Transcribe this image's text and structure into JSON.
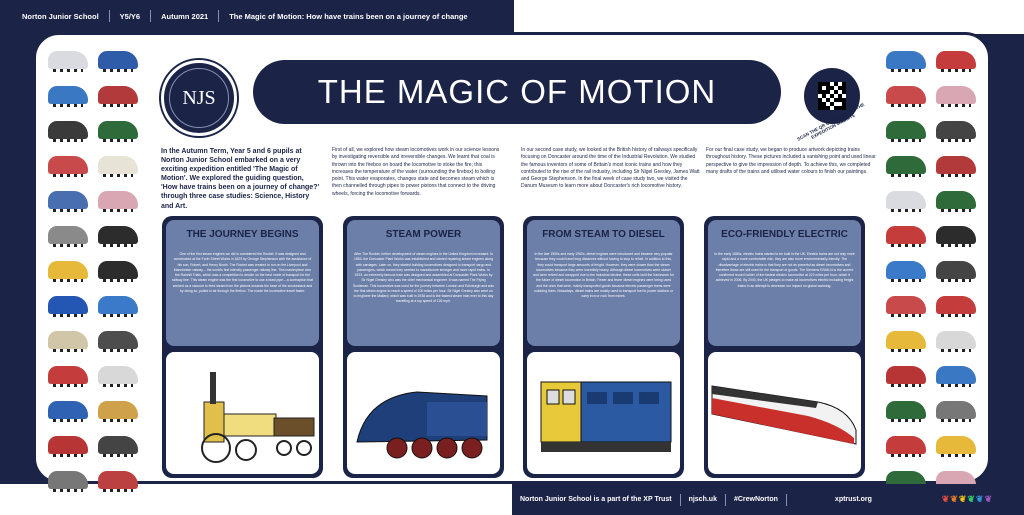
{
  "topbar": {
    "school": "Norton Junior School",
    "year": "Y5/Y6",
    "term": "Autumn 2021",
    "title": "The Magic of Motion: How have trains been on a journey of change"
  },
  "logo_text": "NJS",
  "main_title": "THE MAGIC OF MOTION",
  "qr_caption": "SCAN THE QR CODE TO VISIT THE EXPEDITION WEBSITE",
  "intro": [
    "In the Autumn Term, Year 5 and 6 pupils at Norton Junior School embarked on a very exciting expedition entitled 'The Magic of Motion'. We explored the guiding question, 'How have trains been on a journey of change?' through three case studies: Science, History and Art.",
    "First of all, we explored how steam locomotives work in our science lessons by investigating reversible and irreversible changes. We learnt that coal is thrown into the firebox on board the locomotive to stoke the fire; this increases the temperature of the water (surrounding the firebox) to boiling point. This water evaporates, changes state and becomes steam which is then channelled through pipes to power pistons that connect to the driving wheels, forcing the locomotive forwards.",
    "In our second case study, we looked at the British history of railways specifically focusing on Doncaster around the time of the Industrial Revolution. We studied the famous inventors of some of Britain's most iconic trains and how they contributed to the rise of the rail industry, including Sir Nigel Gresley, James Watt and George Stephenson. In the final week of case study two, we visited the Danum Museum to learn more about Doncaster's rich locomotive history.",
    "For our final case study, we began to produce artwork depicting trains throughout history. These pictures included a vanishing point and used linear perspective to give the impression of depth. To achieve this, we completed many drafts of the trains and utilised water colours to finish our paintings."
  ],
  "cards": [
    {
      "title": "THE JOURNEY BEGINS",
      "body": "One of the first steam engines we did is considered the Rocket. It was designed and constructed at the Forth Street Works in 1829 by George Stephenson with the assistance of his son, Robert, and Henry Booth. The Rocket was created to run on the Liverpool and Manchester railway – the world's first intercity passenger railway line. This masterpiece won the Rainhill Trials, which was a competition to decide on the best mode of transport for the railway line. This steam engine was the first locomotive to use a blast pipe – a contraption that worked as a vacuum to feed steam from the pistons towards the base of the smokestack and by doing so, pulled in air through the firebox. The made the locomotive travel faster."
    },
    {
      "title": "STEAM POWER",
      "body": "After The Rocket, further development of steam engines in the United Kingdom increased. In 1853, the Doncaster Plant Works was established and started repairing steam engines along with carriages. Later on, they started building locomotives designed to transport cargo and passengers, which meant they needed to manufacture stronger and more rapid trains. In 1923, an extremely famous train was designed and assembled at Doncaster Plant Works by Sir Nigel Gresley who was the chief mechanical engineer. It was named The Flying Scotsman. This locomotive was used for the journey between London and Edinburgh and was the first steam engine to reach a speed of 100 miles per hour. Sir Nigel Gresley also went on to engineer the Mallard, which was built in 1938 and is the fastest steam train ever to this day travelling at a top speed of 126 mph."
    },
    {
      "title": "FROM STEAM TO DIESEL",
      "body": "In the late 1950s and early 1960s, diesel engines were introduced and became very popular because they could travel long distances without having to stop to refuel. In addition to this, they could transport large amounts of freight. However, they were slower than the steam locomotives because they were incredibly heavy. Although diesel locomotives were slower and were retired and scrapped due to the industrial decline, these units built the framework for the future of diesel locomotion in Britain. Fewer and fewer diesel engines were being used and the ones that were, mainly transported goods because electric passenger trains were outdoing them. Nowadays, diesel trains are mostly used to transport fuel to power stations or carry iron or rock from mines."
    },
    {
      "title": "ECO-FRIENDLY ELECTRIC",
      "body": "In the early 1880s, electric trains started to be built in the UK. Electric trains are not only more rapid and a more comfortable ride, they are also more environmentally-friendly. The disadvantage of electric trains is that they are not as powerful as diesel locomotives and therefore these are still used for the transport of goods. The Siemens ES64U4 is the current confirmed record holder of the fastest electric locomotive at 222 miles per hour, which it achieved in 2006. By 2040, the UK pledges to make all locomotives electric including freight trains in an attempt to decrease our impact on global warming."
    }
  ],
  "footer": {
    "trust": "Norton Junior School is a part of the XP Trust",
    "site": "njsch.uk",
    "hashtag": "#CrewNorton",
    "xp_site": "xptrust.org"
  },
  "colors": {
    "navy": "#1b2347",
    "card_blue": "#6b7fa8"
  }
}
